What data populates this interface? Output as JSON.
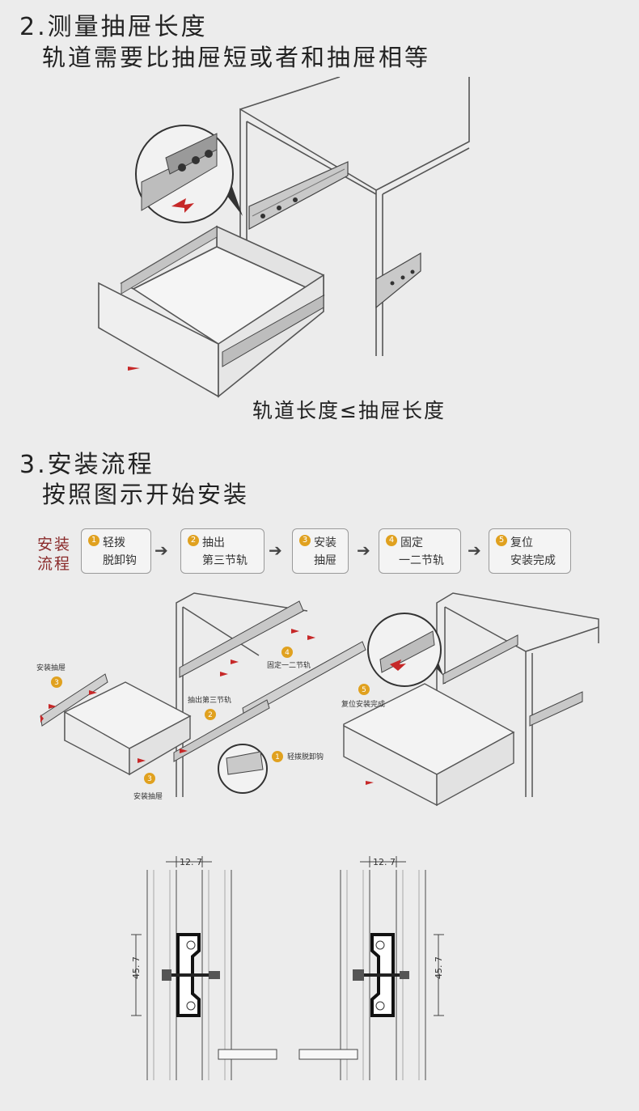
{
  "section2": {
    "heading": "2.测量抽屉长度",
    "subheading": "轨道需要比抽屉短或者和抽屉相等",
    "caption": "轨道长度≤抽屉长度"
  },
  "section3": {
    "heading": "3.安装流程",
    "subheading": "按照图示开始安装"
  },
  "flow": {
    "title_line1": "安装",
    "title_line2": "流程",
    "steps": [
      {
        "num": "1",
        "line1": "轻拨",
        "line2": "脱卸钩"
      },
      {
        "num": "2",
        "line1": "抽出",
        "line2": "第三节轨"
      },
      {
        "num": "3",
        "line1": "安装",
        "line2": "抽屉"
      },
      {
        "num": "4",
        "line1": "固定",
        "line2": "一二节轨"
      },
      {
        "num": "5",
        "line1": "复位",
        "line2": "安装完成"
      }
    ],
    "arrow": "➔"
  },
  "diagram_labels": {
    "install_drawer_top": "安装抽屉",
    "install_drawer_bottom": "安装抽屉",
    "pull_third_rail": "抽出第三节轨",
    "fix_rails": "固定一二节轨",
    "reset_done": "复位安装完成",
    "release_hook": "轻拨脱卸钩",
    "n1": "1",
    "n2": "2",
    "n3a": "3",
    "n3b": "3",
    "n4": "4",
    "n5": "5"
  },
  "dimensions": {
    "width_left": "12. 7",
    "width_right": "12. 7",
    "height_left": "45. 7",
    "height_right": "45. 7"
  },
  "colors": {
    "accent_red": "#c62828",
    "step_number": "#e0a11f",
    "flow_title": "#8a2b2b"
  }
}
